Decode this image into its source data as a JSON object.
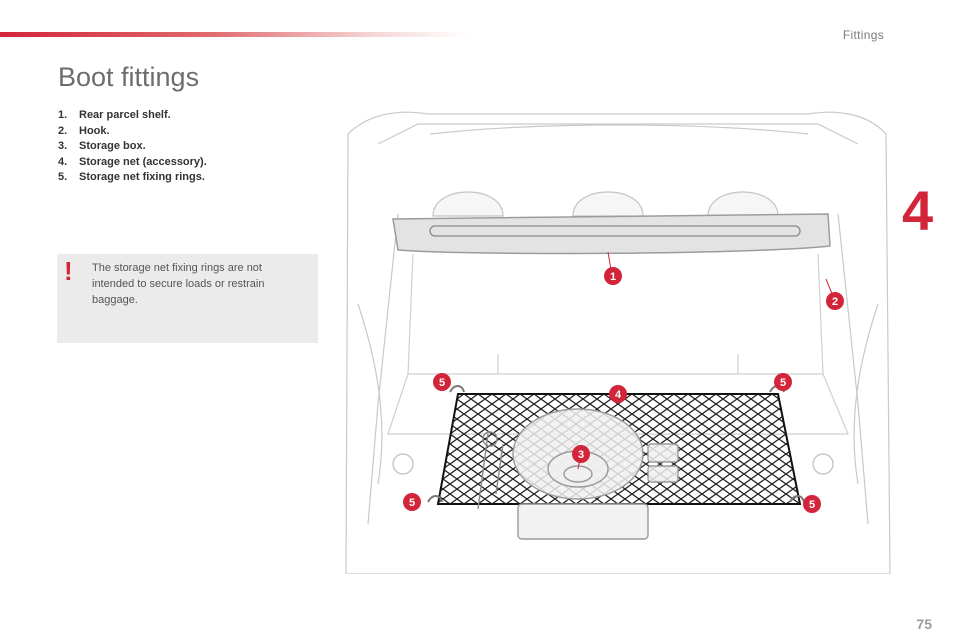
{
  "header": {
    "section": "Fittings",
    "chapter": "4"
  },
  "page": {
    "title": "Boot fittings",
    "number": "75"
  },
  "legend": [
    {
      "num": "1.",
      "label": "Rear parcel shelf."
    },
    {
      "num": "2.",
      "label": "Hook."
    },
    {
      "num": "3.",
      "label": "Storage box."
    },
    {
      "num": "4.",
      "label": "Storage net (accessory)."
    },
    {
      "num": "5.",
      "label": "Storage net fixing rings."
    }
  ],
  "warning": {
    "icon": "exclamation-icon",
    "text": "The storage net fixing rings are not intended to secure loads or restrain baggage."
  },
  "illustration": {
    "callouts": [
      "1",
      "2",
      "3",
      "4",
      "5",
      "5",
      "5",
      "5"
    ],
    "callout_color": "#d3253a"
  },
  "colors": {
    "accent": "#d3253a",
    "panel": "#ebebeb"
  }
}
